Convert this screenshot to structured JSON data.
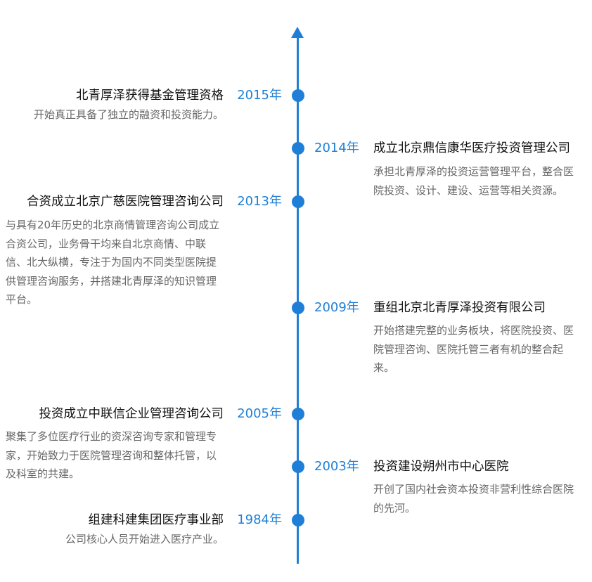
{
  "events": [
    {
      "year": "2015年",
      "title": "北青厚泽获得基金管理资格",
      "desc": "开始真正具备了独立的融资和投资能力。"
    },
    {
      "year": "2014年",
      "title": "成立北京鼎信康华医疗投资管理公司",
      "desc": "承担北青厚泽的投资运营管理平台，整合医院投资、设计、建设、运营等相关资源。"
    },
    {
      "year": "2013年",
      "title": "合资成立北京广慈医院管理咨询公司",
      "desc": "与具有20年历史的北京商情管理咨询公司成立合资公司，业务骨干均来自北京商情、中联信、北大纵横，专注于为国内不同类型医院提供管理咨询服务，并搭建北青厚泽的知识管理平台。"
    },
    {
      "year": "2009年",
      "title": "重组北京北青厚泽投资有限公司",
      "desc": "开始搭建完整的业务板块，将医院投资、医院管理咨询、医院托管三者有机的整合起来。"
    },
    {
      "year": "2005年",
      "title": "投资成立中联信企业管理咨询公司",
      "desc": "聚集了多位医疗行业的资深咨询专家和管理专家，开始致力于医院管理咨询和整体托管，以及科室的共建。"
    },
    {
      "year": "2003年",
      "title": "投资建设朔州市中心医院",
      "desc": "开创了国内社会资本投资非营利性综合医院的先河。"
    },
    {
      "year": "1984年",
      "title": "组建科建集团医疗事业部",
      "desc": "公司核心人员开始进入医疗产业。"
    }
  ],
  "colors": {
    "accent": "#1f7fd6",
    "title": "#111111",
    "desc": "#666666"
  }
}
